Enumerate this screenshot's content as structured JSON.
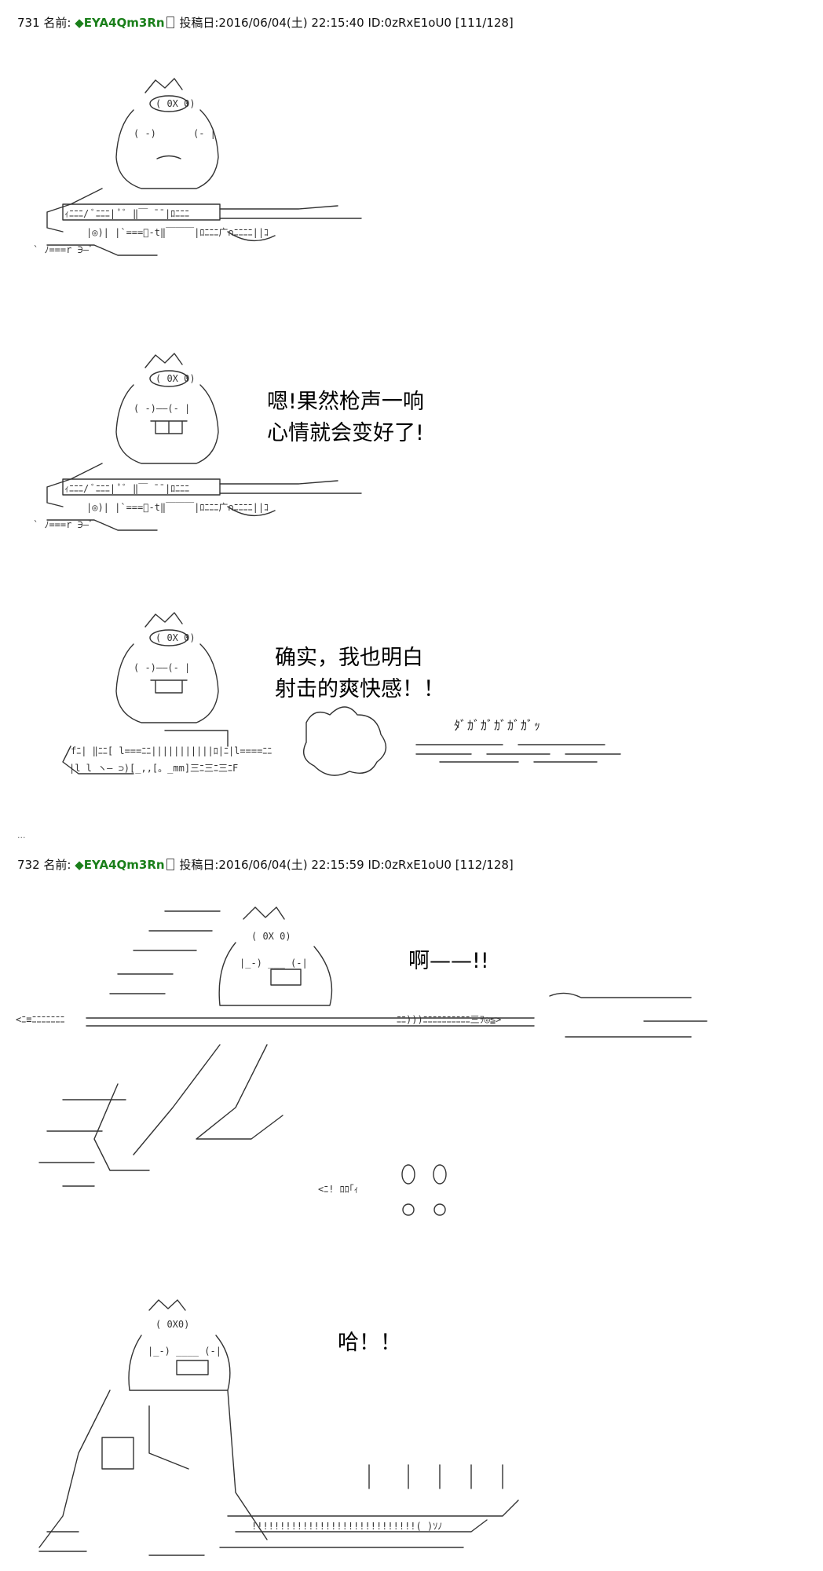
{
  "posts": [
    {
      "number": "731",
      "name_label": "名前:",
      "trip": "◆EYA4Qm3Rn",
      "date_label": "投稿日:",
      "date": "2016/06/04(土) 22:15:40",
      "id": "ID:0zRxE1oU0",
      "count": "[111/128]"
    },
    {
      "number": "732",
      "name_label": "名前:",
      "trip": "◆EYA4Qm3Rn",
      "date_label": "投稿日:",
      "date": "2016/06/04(土) 22:15:59",
      "id": "ID:0zRxE1oU0",
      "count": "[112/128]"
    }
  ],
  "separator": "...",
  "dialogue": {
    "panel2_line1": "嗯!果然枪声一响",
    "panel2_line2": "心情就会变好了!",
    "panel3_line1": "确实，我也明白",
    "panel3_line2": "射击的爽快感！！",
    "panel4": "啊——!!",
    "panel5": "哈！！"
  },
  "sfx": {
    "gunfire": "ﾀﾞｶﾞｶﾞｶﾞｶﾞｶﾞｯ"
  }
}
